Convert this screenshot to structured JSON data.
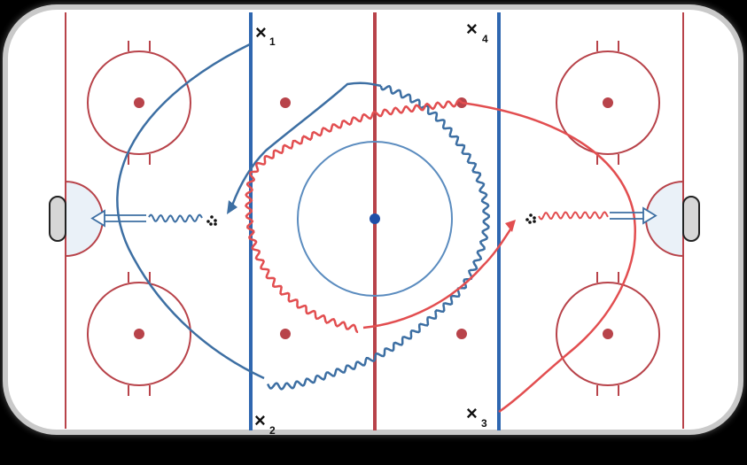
{
  "colors": {
    "background": "#000000",
    "ice": "#ffffff",
    "board_frame": "#c9c9c9",
    "red_line": "#b8434a",
    "blue_line": "#2f67b0",
    "faceoff_circle": "#b8434a",
    "center_circle": "#5b8cbf",
    "center_dot": "#1f4fa8",
    "crease_fill": "#eaf1f8",
    "net_fill": "#d6d6d6",
    "path_blue": "#3d6fa3",
    "path_red": "#e24e50"
  },
  "players": [
    {
      "id": "x1",
      "symbol": "×",
      "number": "1"
    },
    {
      "id": "x2",
      "symbol": "×",
      "number": "2"
    },
    {
      "id": "x3",
      "symbol": "×",
      "number": "3"
    },
    {
      "id": "x4",
      "symbol": "×",
      "number": "4"
    }
  ],
  "icons": {
    "skate_path": "curve-line",
    "puck_carry": "wavy-line",
    "pass": "double-line-arrow",
    "shot_stop": "dotted-marks"
  }
}
